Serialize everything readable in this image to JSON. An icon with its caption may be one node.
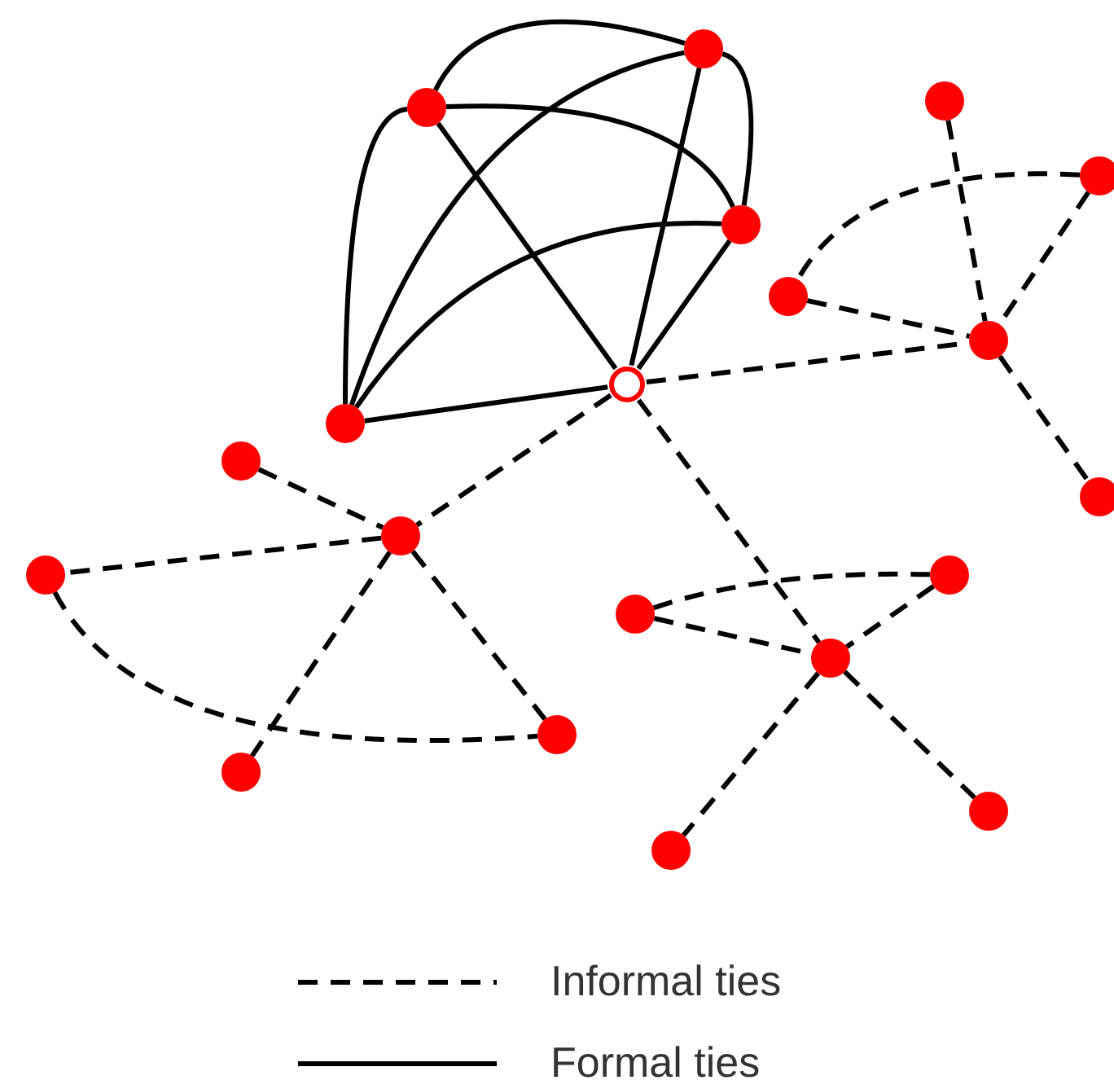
{
  "diagram": {
    "nodes": [
      {
        "text": [],
        "shape": "circle"
      },
      {
        "text": [],
        "shape": "circle"
      },
      {
        "text": [],
        "shape": "circle"
      },
      {
        "text": [],
        "shape": "circle"
      },
      {
        "text": [],
        "shape": "circle"
      },
      {
        "text": [],
        "shape": "circle"
      },
      {
        "text": [],
        "shape": "circle"
      },
      {
        "text": [],
        "shape": "circle"
      },
      {
        "text": [],
        "shape": "circle"
      },
      {
        "text": [],
        "shape": "circle"
      },
      {
        "text": [],
        "shape": "circle"
      },
      {
        "text": [],
        "shape": "circle"
      },
      {
        "text": [],
        "shape": "circle"
      },
      {
        "text": [],
        "shape": "circle"
      },
      {
        "text": [],
        "shape": "circle"
      },
      {
        "text": [],
        "shape": "circle"
      },
      {
        "text": [],
        "shape": "circle"
      },
      {
        "text": [],
        "shape": "circle"
      },
      {
        "text": [],
        "shape": "circle"
      },
      {
        "text": [],
        "shape": "circle"
      }
    ],
    "edges": [
      {
        "from": 1,
        "to": 2,
        "arrow": "none"
      },
      {
        "from": 1,
        "to": 3,
        "arrow": "none"
      },
      {
        "from": 1,
        "to": 4,
        "arrow": "none"
      },
      {
        "from": 1,
        "to": 0,
        "arrow": "none"
      },
      {
        "from": 2,
        "to": 3,
        "arrow": "none"
      },
      {
        "from": 2,
        "to": 4,
        "arrow": "none"
      },
      {
        "from": 2,
        "to": 0,
        "arrow": "none"
      },
      {
        "from": 3,
        "to": 4,
        "arrow": "none"
      },
      {
        "from": 3,
        "to": 0,
        "arrow": "none"
      },
      {
        "from": 4,
        "to": 0,
        "arrow": "none"
      },
      {
        "from": 0,
        "to": 8,
        "arrow": "none",
        "style": "dashed"
      },
      {
        "from": 0,
        "to": 11,
        "arrow": "none",
        "style": "dashed"
      },
      {
        "from": 0,
        "to": 17,
        "arrow": "none",
        "style": "dashed"
      },
      {
        "from": 5,
        "to": 8,
        "arrow": "none",
        "style": "dashed"
      },
      {
        "from": 6,
        "to": 8,
        "arrow": "none",
        "style": "dashed"
      },
      {
        "from": 6,
        "to": 7,
        "arrow": "none",
        "style": "dashed"
      },
      {
        "from": 7,
        "to": 8,
        "arrow": "none",
        "style": "dashed"
      },
      {
        "from": 8,
        "to": 9,
        "arrow": "none",
        "style": "dashed"
      },
      {
        "from": 10,
        "to": 11,
        "arrow": "none",
        "style": "dashed"
      },
      {
        "from": 11,
        "to": 12,
        "arrow": "none",
        "style": "dashed"
      },
      {
        "from": 11,
        "to": 13,
        "arrow": "none",
        "style": "dashed"
      },
      {
        "from": 11,
        "to": 14,
        "arrow": "none",
        "style": "dashed"
      },
      {
        "from": 12,
        "to": 14,
        "arrow": "none",
        "style": "dashed"
      },
      {
        "from": 15,
        "to": 17,
        "arrow": "none",
        "style": "dashed"
      },
      {
        "from": 15,
        "to": 16,
        "arrow": "none",
        "style": "dashed"
      },
      {
        "from": 16,
        "to": 17,
        "arrow": "none",
        "style": "dashed"
      },
      {
        "from": 17,
        "to": 18,
        "arrow": "none",
        "style": "dashed"
      },
      {
        "from": 17,
        "to": 19,
        "arrow": "none",
        "style": "dashed"
      }
    ],
    "legend": [
      {
        "text": "Informal ties"
      },
      {
        "text": "Formal ties"
      }
    ]
  }
}
